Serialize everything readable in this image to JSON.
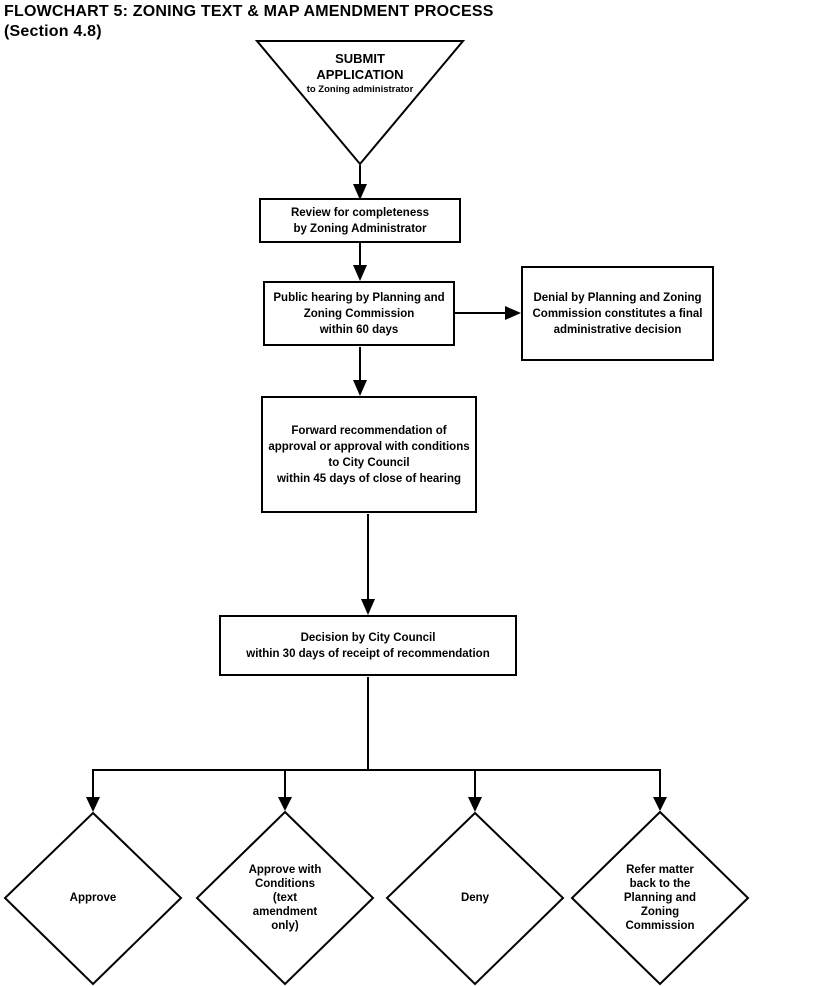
{
  "title": "FLOWCHART 5: ZONING TEXT & MAP AMENDMENT PROCESS\n(Section 4.8)",
  "colors": {
    "ink": "#000000",
    "background": "#ffffff"
  },
  "nodes": {
    "submit": {
      "title": "SUBMIT\nAPPLICATION",
      "subtitle": "to Zoning administrator"
    },
    "review": {
      "label": "Review for completeness\nby Zoning Administrator"
    },
    "hearing": {
      "label": "Public hearing  by Planning and\nZoning Commission\nwithin 60 days"
    },
    "denial": {
      "label": "Denial by Planning and Zoning\nCommission constitutes a final\nadministrative decision"
    },
    "forward": {
      "label": "Forward recommendation of\napproval or approval with conditions\nto City Council\nwithin 45 days of close of hearing"
    },
    "decision": {
      "label": "Decision by City Council\nwithin 30 days of receipt of recommendation"
    },
    "outcomes": {
      "approve": {
        "label": "Approve"
      },
      "approve_with_conditions": {
        "label": "Approve with\nConditions\n(text\namendment\nonly)"
      },
      "deny": {
        "label": "Deny"
      },
      "refer": {
        "label": "Refer matter\nback to the\nPlanning and\nZoning\nCommission"
      }
    }
  }
}
